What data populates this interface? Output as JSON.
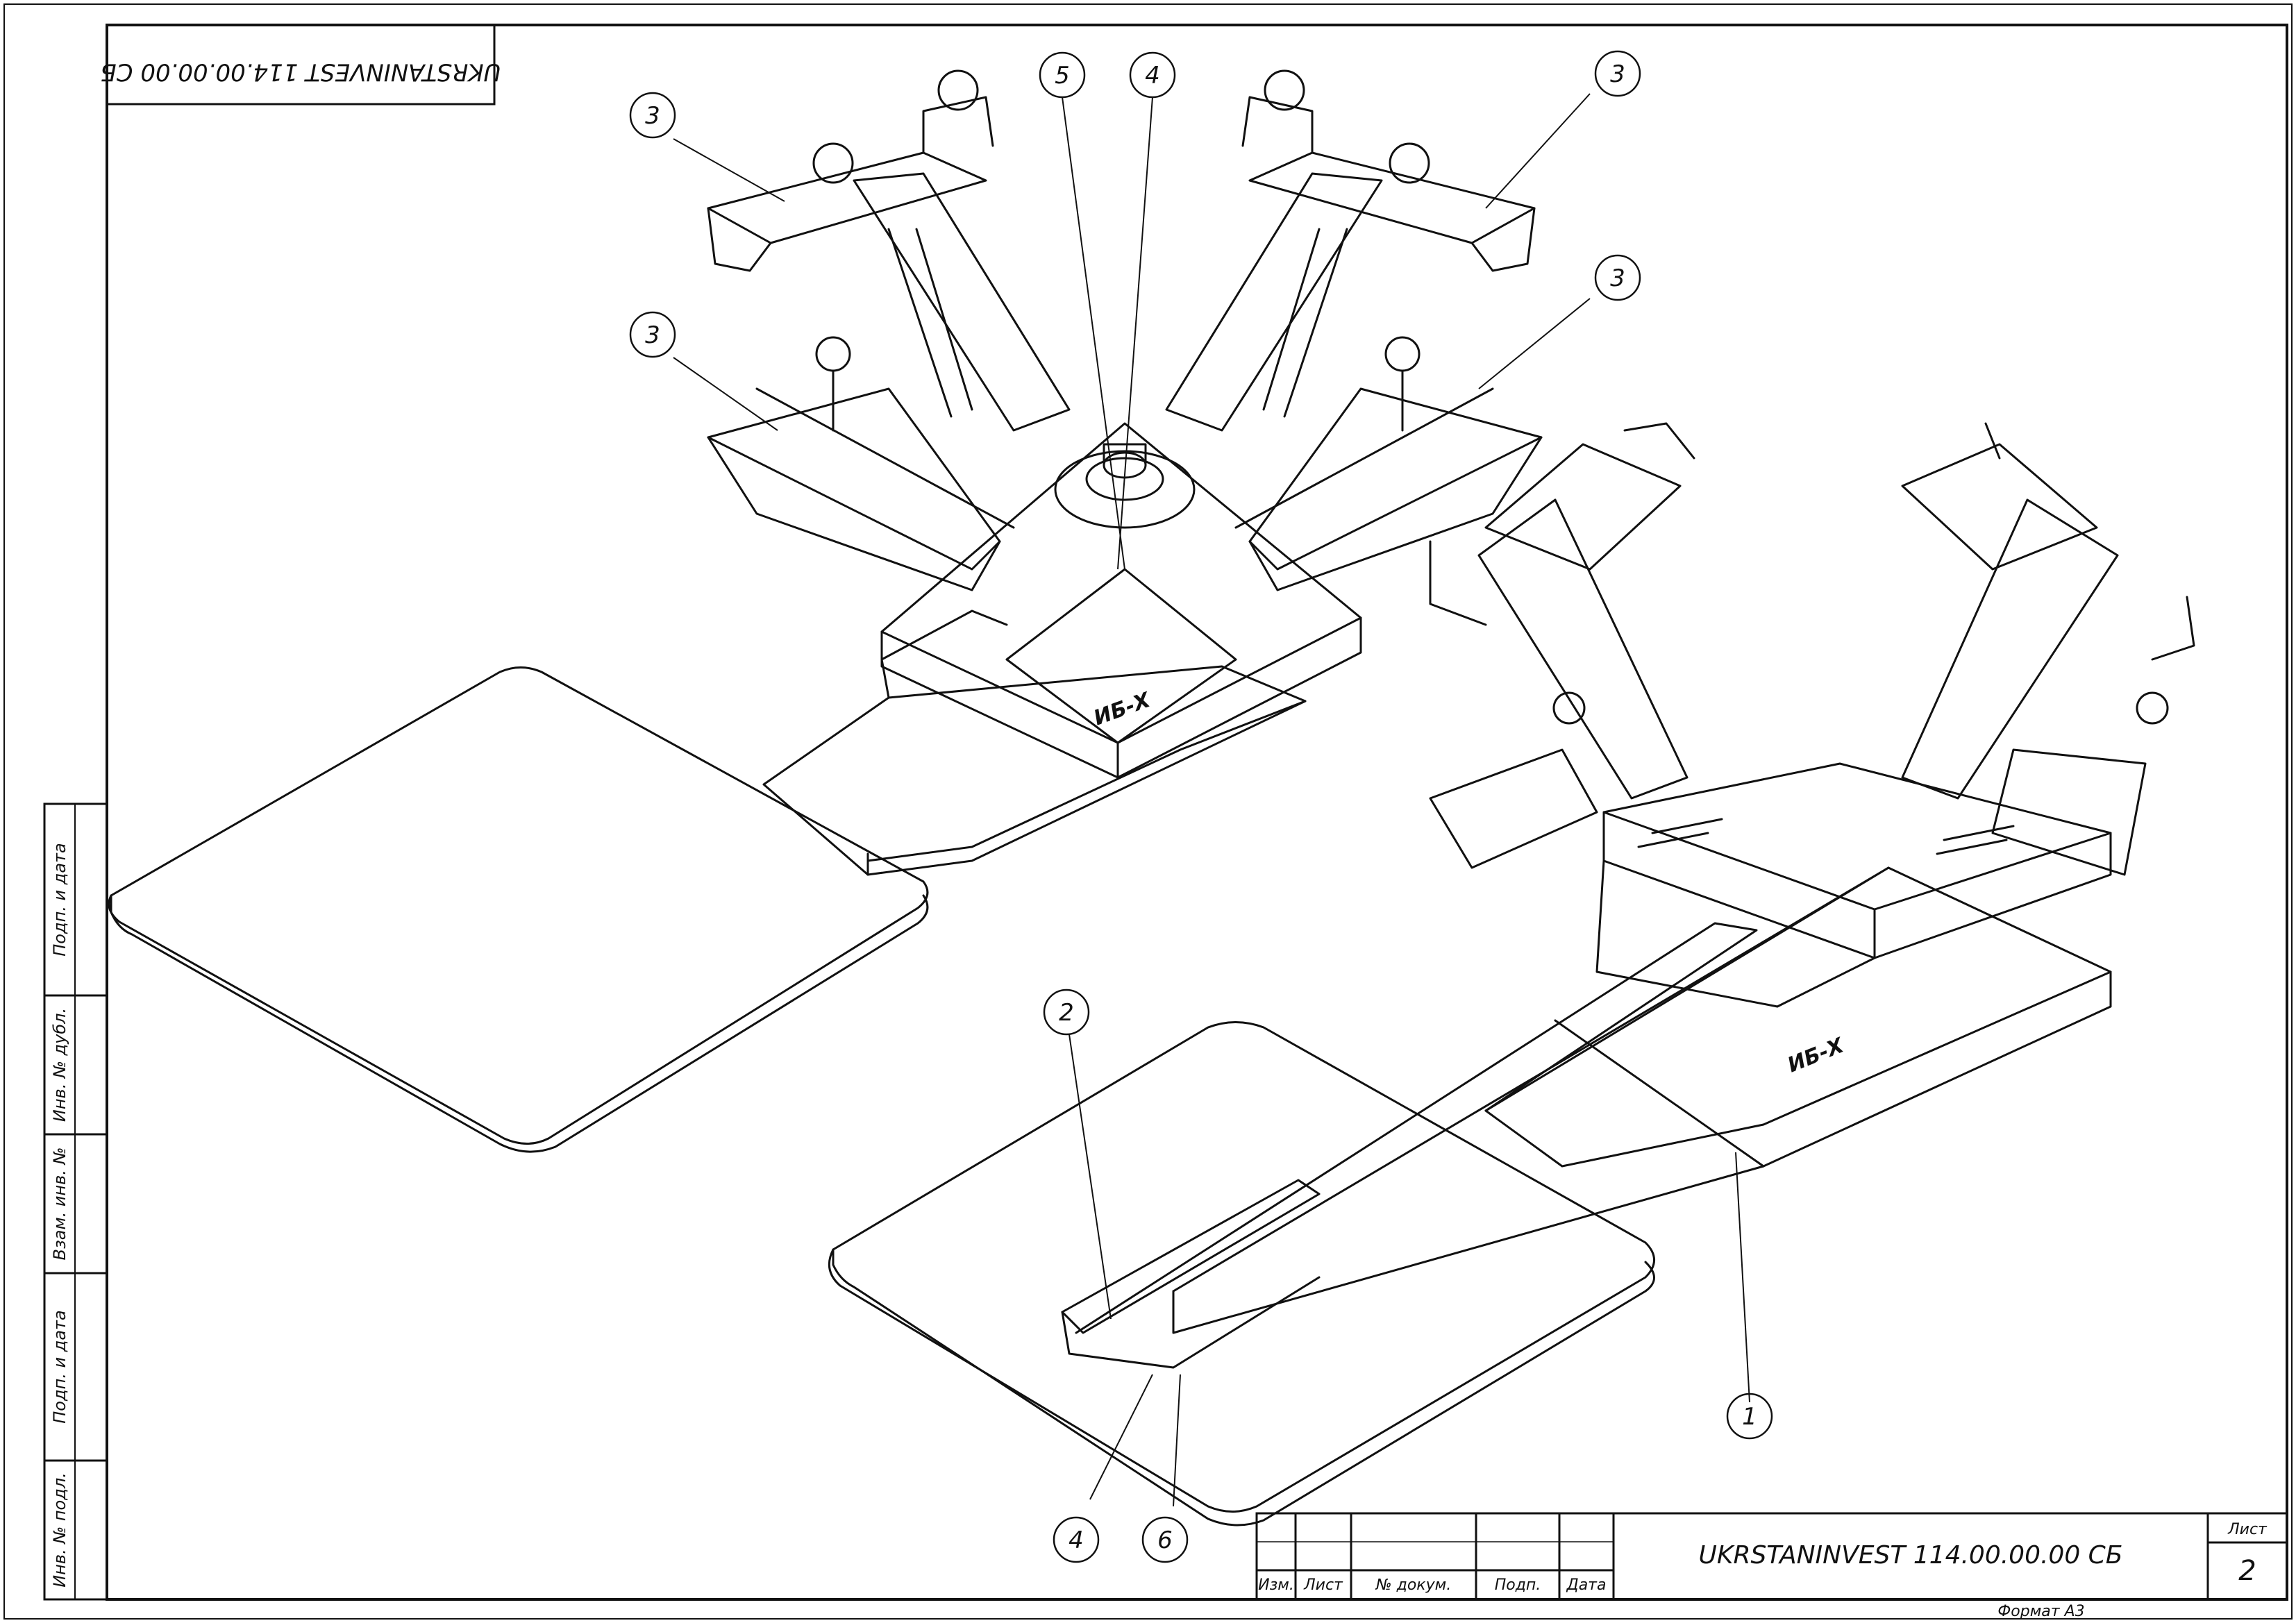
{
  "drawing": {
    "mirrored_code": "UKRSTANINVEST 114.00.00.00 СБ",
    "code": "UKRSTANINVEST 114.00.00.00 СБ",
    "sheet_label": "Лист",
    "sheet_number": "2",
    "format": "Формат А3",
    "brand_mark": "ИБ-Х"
  },
  "title_block": {
    "headers": [
      "Изм.",
      "Лист",
      "№ докум.",
      "Подп.",
      "Дата"
    ]
  },
  "side_stamp": [
    "Инв. № подл.",
    "Подп. и дата",
    "Взам. инв. №",
    "Инв. № дубл.",
    "Подп. и дата"
  ],
  "callouts": [
    {
      "id": "c-5",
      "text": "5"
    },
    {
      "id": "c-4a",
      "text": "4"
    },
    {
      "id": "c-3a",
      "text": "3"
    },
    {
      "id": "c-3b",
      "text": "3"
    },
    {
      "id": "c-3c",
      "text": "3"
    },
    {
      "id": "c-3d",
      "text": "3"
    },
    {
      "id": "c-2",
      "text": "2"
    },
    {
      "id": "c-1",
      "text": "1"
    },
    {
      "id": "c-4b",
      "text": "4"
    },
    {
      "id": "c-6",
      "text": "6"
    }
  ]
}
